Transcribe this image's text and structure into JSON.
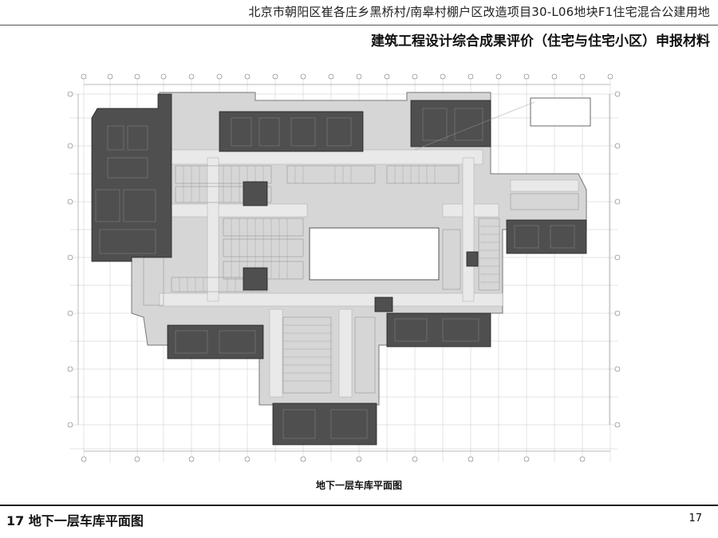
{
  "header": {
    "project_title": "北京市朝阳区崔各庄乡黑桥村/南皋村棚户区改造项目30-L06地块F1住宅混合公建用地",
    "subtitle": "建筑工程设计综合成果评价（住宅与住宅小区）申报材料"
  },
  "drawing": {
    "caption": "地下一层车库平面图"
  },
  "footer": {
    "title": "17 地下一层车库平面图",
    "page_number": "17"
  },
  "colors": {
    "dark_block": "#4a4a4a",
    "garage_floor": "#d6d6d6",
    "aisle": "#e8e8e8",
    "line": "#9a9a9a"
  }
}
